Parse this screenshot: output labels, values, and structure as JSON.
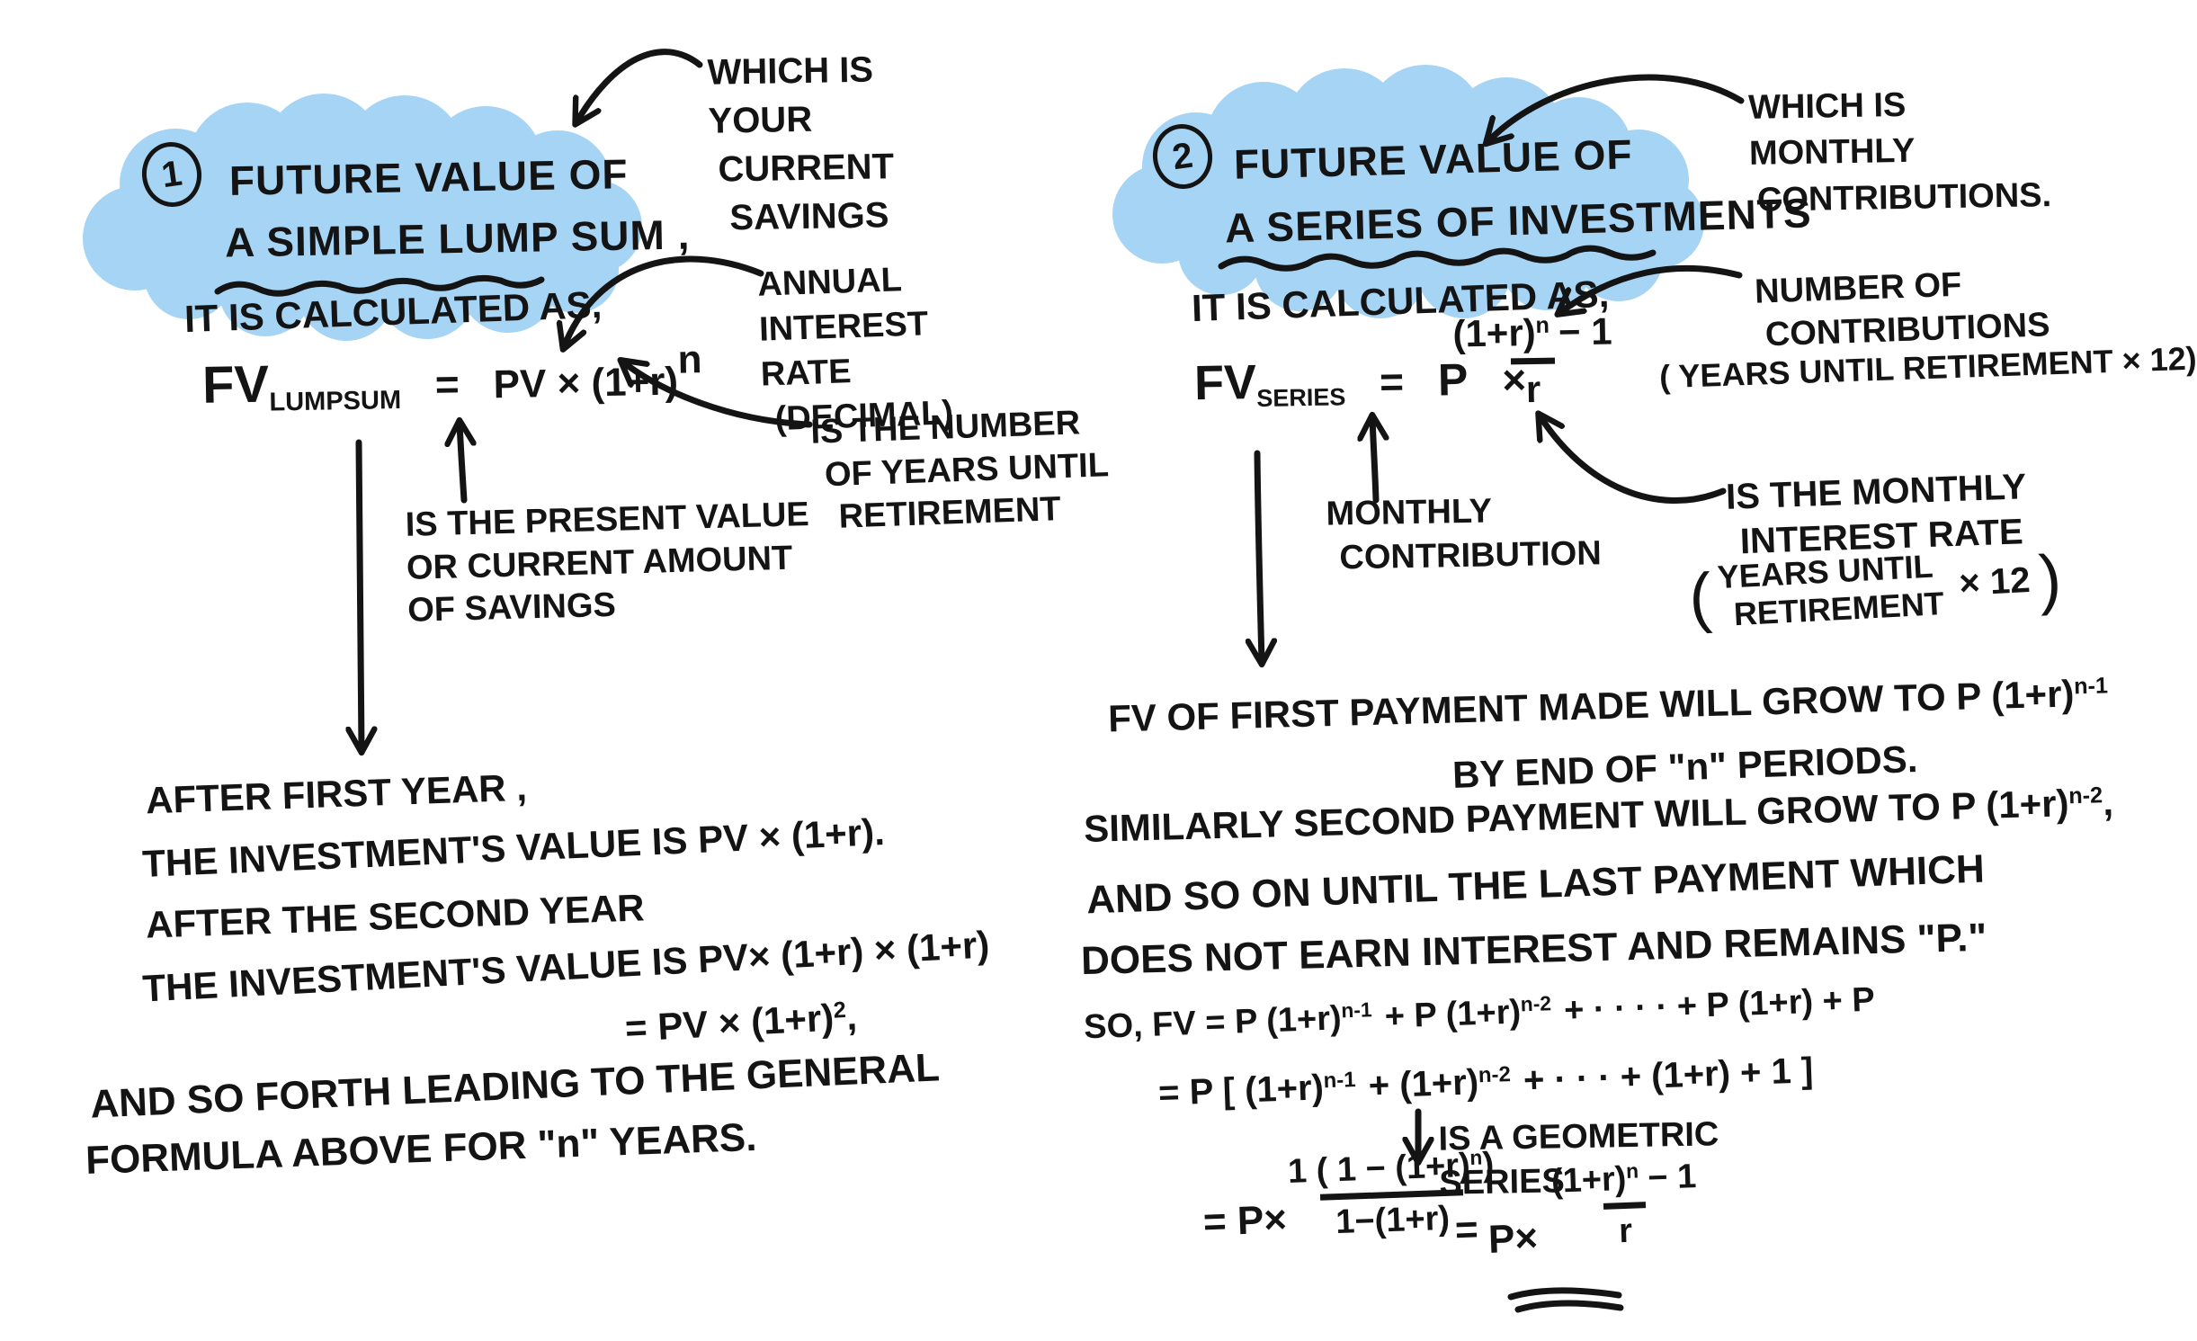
{
  "colors": {
    "highlight": "#a6d4f5",
    "ink": "#141414"
  },
  "left": {
    "badge": "1",
    "title1": "FUTURE VALUE OF",
    "title2": "A SIMPLE LUMP SUM ,",
    "savings_note": [
      "WHICH IS",
      "YOUR",
      "CURRENT",
      "SAVINGS"
    ],
    "calc": "IT IS CALCULATED AS,",
    "f_lhs": "FV",
    "f_sub": "LUMPSUM",
    "f_eq": "=",
    "f_rhs": "PV × (1+r)",
    "f_exp": "n",
    "rate_note": [
      "ANNUAL",
      "INTEREST",
      "RATE",
      "(DECIMAL)"
    ],
    "years_note": [
      "IS THE NUMBER",
      "OF YEARS UNTIL",
      "RETIREMENT"
    ],
    "pv_note": [
      "IS THE PRESENT VALUE",
      "OR CURRENT AMOUNT",
      "OF SAVINGS"
    ],
    "p1a": "AFTER FIRST YEAR ,",
    "p1b": "THE INVESTMENT'S VALUE IS  PV × (1+r).",
    "p2a": "AFTER THE SECOND YEAR",
    "p2b": "THE INVESTMENT'S VALUE IS  PV× (1+r) × (1+r)",
    "p2c": "= PV × (1+r)",
    "p2c_exp": "2",
    "p2c_tail": ",",
    "p3a": "AND SO FORTH LEADING TO THE GENERAL",
    "p3b": "FORMULA ABOVE FOR \"n\" YEARS."
  },
  "right": {
    "badge": "2",
    "title1": "FUTURE VALUE OF",
    "title2": "A SERIES OF INVESTMENTS",
    "contrib_note": [
      "WHICH IS",
      "MONTHLY",
      "CONTRIBUTIONS."
    ],
    "calc": "IT IS CALCULATED AS,",
    "f_lhs": "FV",
    "f_sub": "SERIES",
    "f_eq": "=",
    "f_p": "P",
    "f_times": "×",
    "f_num": "(1+r)",
    "f_num_exp": "n",
    "f_num_tail": "− 1",
    "f_den": "r",
    "ncontrib_note": [
      "NUMBER OF",
      "CONTRIBUTIONS"
    ],
    "ncontrib_paren": "( YEARS UNTIL RETIREMENT × 12)",
    "monthly_note": [
      "MONTHLY",
      "CONTRIBUTION"
    ],
    "rate_note": [
      "IS THE MONTHLY",
      "INTEREST RATE"
    ],
    "rate_paren_open": "(",
    "rate_paren_lines": [
      "YEARS UNTIL",
      "RETIREMENT"
    ],
    "rate_paren_mult": "× 12",
    "rate_paren_close": ")",
    "g1a": "FV OF FIRST PAYMENT MADE WILL GROW TO  P (1+r)",
    "g1_exp": "n-1",
    "g1b": "BY END OF \"n\" PERIODS.",
    "g2a": "SIMILARLY SECOND PAYMENT WILL GROW TO  P (1+r)",
    "g2_exp": "n-2",
    "g2_tail": ",",
    "p3": "AND SO ON UNTIL THE LAST PAYMENT WHICH",
    "p4": "DOES NOT EARN INTEREST AND REMAINS \"P.\"",
    "so_pre": "SO,  FV =  P (1+r)",
    "so_e1": "n-1",
    "so_m1": "+  P (1+r)",
    "so_e2": "n-2",
    "so_m2": "+ · · · ·  +  P (1+r) + P",
    "br_pre": "=  P [ (1+r)",
    "br_e1": "n-1",
    "br_m1": "+ (1+r)",
    "br_e2": "n-2",
    "br_m2": "+ · · ·  + (1+r) + 1 ]",
    "geo_note": [
      "IS A GEOMETRIC",
      "SERIES"
    ],
    "fin_eq1": "= P×",
    "fin_n1a": "1 ( 1 − (1+r)",
    "fin_n1e": "n",
    "fin_n1b": ")",
    "fin_d1": "1−(1+r)",
    "fin_eq2": "=",
    "fin_p": "P×",
    "fin_n2": "(1+r)",
    "fin_n2e": "n",
    "fin_n2t": "− 1",
    "fin_d2": "r"
  }
}
